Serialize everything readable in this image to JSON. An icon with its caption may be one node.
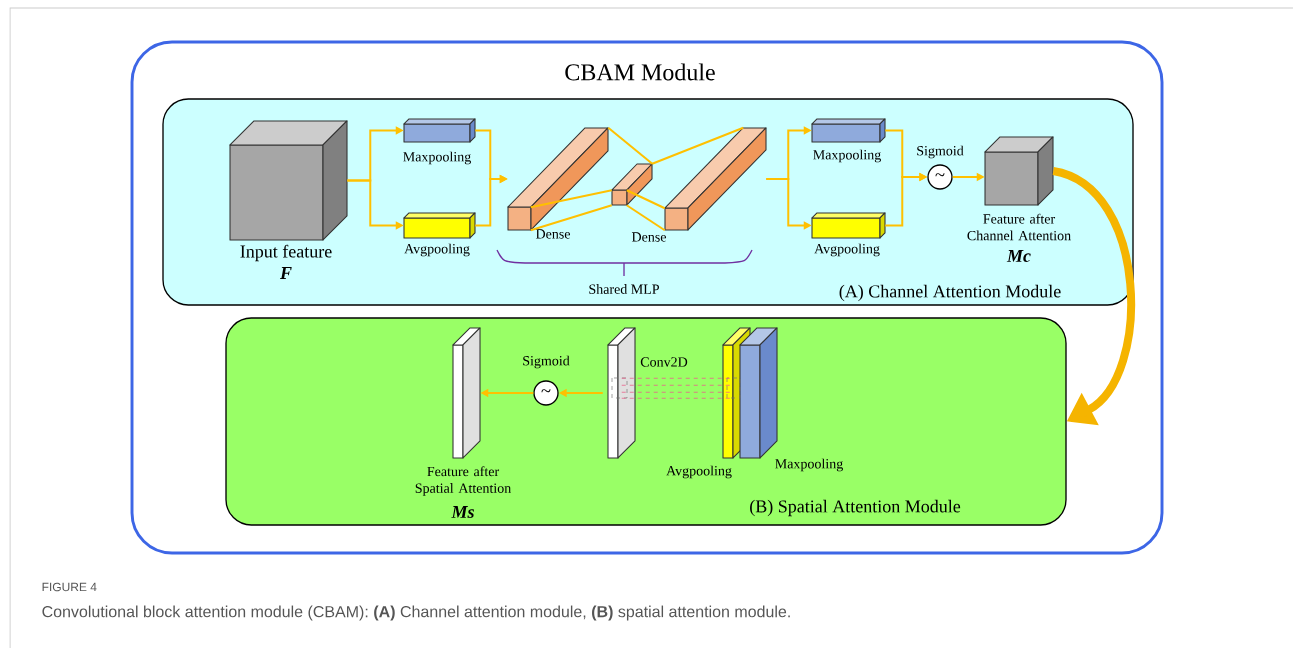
{
  "diagram": {
    "caption": "Convolutional block attention module (CBAM): **(A)** Channel attention module, **(B)** spatial attention module.",
    "nodes": [
      {
        "text": [
          "CBAM Module"
        ]
      },
      {
        "text": [
          "(A) Channel Attention Module"
        ],
        "in": 0
      },
      {
        "text": [
          "(B) Spatial Attention Module"
        ],
        "in": 0
      },
      {
        "text": [
          "Input feature",
          "F"
        ],
        "in": 1
      },
      {
        "text": [
          "Maxpooling"
        ],
        "in": 1
      },
      {
        "text": [
          "Avgpooling"
        ],
        "in": 1
      },
      {
        "text": [
          "Dense"
        ],
        "in": 1
      },
      {
        "text": [
          "Dense"
        ],
        "in": 1
      },
      {
        "text": [],
        "shape": "bar",
        "in": 1
      },
      {
        "text": [
          "Maxpooling"
        ],
        "in": 1
      },
      {
        "text": [
          "Avgpooling"
        ],
        "in": 1
      },
      {
        "text": [
          "Sigmoid",
          "~"
        ],
        "in": 1
      },
      {
        "text": [
          "Feature after Channel Attention",
          "Mc"
        ],
        "in": 1
      },
      {
        "text": [
          "Avgpooling"
        ],
        "in": 2
      },
      {
        "text": [
          "Maxpooling"
        ],
        "in": 2
      },
      {
        "text": [],
        "shape": "bar",
        "in": 2
      },
      {
        "text": [
          "Sigmoid",
          "~"
        ],
        "in": 2
      },
      {
        "text": [
          "Feature after Spatial Attention",
          "Ms"
        ],
        "in": 2
      }
    ],
    "edges": [
      {
        "from": 3,
        "to": 4,
        "arrow": "to"
      },
      {
        "from": 3,
        "to": 5,
        "arrow": "to"
      },
      {
        "from": 4,
        "to": 6,
        "arrow": "to"
      },
      {
        "from": 5,
        "to": 6,
        "arrow": "to"
      },
      {
        "from": 6,
        "to": 7,
        "arrow": "none"
      },
      {
        "from": 7,
        "to": 8,
        "arrow": "none"
      },
      {
        "from": 8,
        "to": 9,
        "arrow": "to"
      },
      {
        "from": 8,
        "to": 10,
        "arrow": "to"
      },
      {
        "from": 9,
        "to": 11,
        "arrow": "to"
      },
      {
        "from": 10,
        "to": 11,
        "arrow": "to"
      },
      {
        "from": 11,
        "to": 12,
        "arrow": "to"
      },
      {
        "from": 12,
        "to": 2,
        "arrow": "to",
        "style": "thick",
        "color": "#f5b400"
      },
      {
        "from": 13,
        "to": 15,
        "arrow": "none",
        "style": "dashed",
        "color": "#e8628c",
        "label": "Conv2D"
      },
      {
        "from": 15,
        "to": 16,
        "arrow": "to"
      },
      {
        "from": 16,
        "to": 17,
        "arrow": "to"
      },
      {
        "from": 6,
        "to": 7,
        "arrow": "none"
      },
      {
        "from": 6,
        "to": 7,
        "arrow": "none"
      },
      {
        "from": 7,
        "to": 8,
        "arrow": "none"
      },
      {
        "from": 7,
        "to": 8,
        "arrow": "none"
      }
    ],
    "labels": [
      "Shared MLP",
      "FIGURE 4"
    ]
  }
}
